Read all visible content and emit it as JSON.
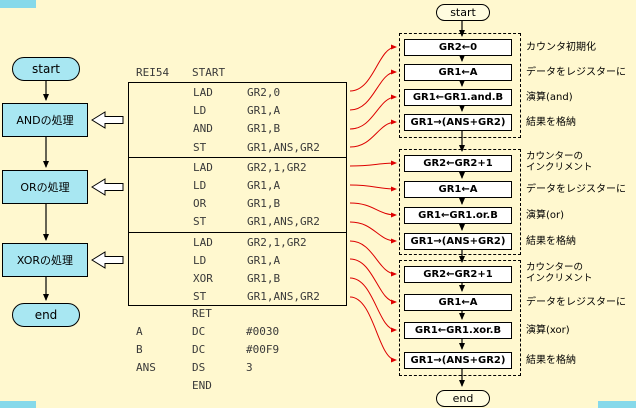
{
  "left_flowchart": {
    "start_label": "start",
    "steps": [
      {
        "label": "ANDの処理"
      },
      {
        "label": "ORの処理"
      },
      {
        "label": "XORの処理"
      }
    ],
    "end_label": "end"
  },
  "code": {
    "header": {
      "label": "REI54",
      "op": "START"
    },
    "sections": [
      {
        "lines": [
          {
            "label": "",
            "op": "LAD",
            "args": "GR2,0"
          },
          {
            "label": "",
            "op": "LD",
            "args": "GR1,A"
          },
          {
            "label": "",
            "op": "AND",
            "args": "GR1,B"
          },
          {
            "label": "",
            "op": "ST",
            "args": "GR1,ANS,GR2"
          }
        ]
      },
      {
        "lines": [
          {
            "label": "",
            "op": "LAD",
            "args": "GR2,1,GR2"
          },
          {
            "label": "",
            "op": "LD",
            "args": "GR1,A"
          },
          {
            "label": "",
            "op": "OR",
            "args": "GR1,B"
          },
          {
            "label": "",
            "op": "ST",
            "args": "GR1,ANS,GR2"
          }
        ]
      },
      {
        "lines": [
          {
            "label": "",
            "op": "LAD",
            "args": "GR2,1,GR2"
          },
          {
            "label": "",
            "op": "LD",
            "args": "GR1,A"
          },
          {
            "label": "",
            "op": "XOR",
            "args": "GR1,B"
          },
          {
            "label": "",
            "op": "ST",
            "args": "GR1,ANS,GR2"
          }
        ]
      }
    ],
    "footer": [
      {
        "label": "",
        "op": "RET",
        "args": ""
      },
      {
        "label": "A",
        "op": "DC",
        "args": "#0030"
      },
      {
        "label": "B",
        "op": "DC",
        "args": "#00F9"
      },
      {
        "label": "ANS",
        "op": "DS",
        "args": "3"
      },
      {
        "label": "",
        "op": "END",
        "args": ""
      }
    ]
  },
  "right_flowchart": {
    "start_label": "start",
    "end_label": "end",
    "groups": [
      {
        "boxes": [
          {
            "text": "GR2←0",
            "note": "カウンタ初期化"
          },
          {
            "text": "GR1←A",
            "note": "データをレジスターに"
          },
          {
            "text": "GR1←GR1.and.B",
            "note": "演算(and)"
          },
          {
            "text": "GR1→(ANS+GR2)",
            "note": "結果を格納"
          }
        ]
      },
      {
        "boxes": [
          {
            "text": "GR2←GR2+1",
            "note": "カウンターの\nインクリメント"
          },
          {
            "text": "GR1←A",
            "note": "データをレジスターに"
          },
          {
            "text": "GR1←GR1.or.B",
            "note": "演算(or)"
          },
          {
            "text": "GR1→(ANS+GR2)",
            "note": "結果を格納"
          }
        ]
      },
      {
        "boxes": [
          {
            "text": "GR2←GR2+1",
            "note": "カウンターの\nインクリメント"
          },
          {
            "text": "GR1←A",
            "note": "データをレジスターに"
          },
          {
            "text": "GR1←GR1.xor.B",
            "note": "演算(xor)"
          },
          {
            "text": "GR1→(ANS+GR2)",
            "note": "結果を格納"
          }
        ]
      }
    ]
  },
  "colors": {
    "background": "#FFF8CF",
    "flow_box_fill": "#A8E7F2",
    "process_box_fill": "#FFFFFF",
    "mapping_arrow": "#DD0000",
    "line": "#000000"
  }
}
